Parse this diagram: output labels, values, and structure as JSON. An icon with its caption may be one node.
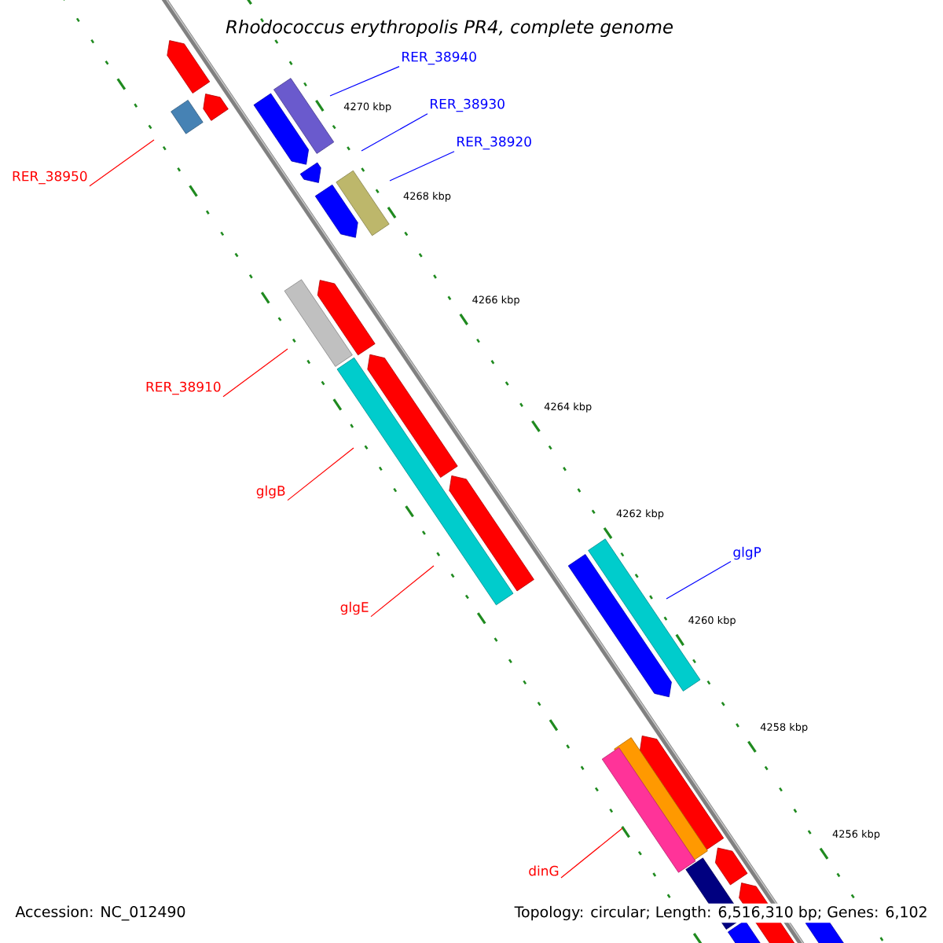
{
  "diagram": {
    "title": "*Rhodococcus erythropolis PR4, complete genome*",
    "nodes": [
      {
        "text": [
          "RER_38940"
        ]
      },
      {
        "text": [
          "RER_38930"
        ]
      },
      {
        "text": [
          "RER_38920"
        ]
      },
      {
        "text": [
          "RER_38950"
        ]
      },
      {
        "text": [
          "RER_38910"
        ]
      },
      {
        "text": [
          "glgB"
        ]
      },
      {
        "text": [
          "glgE"
        ]
      },
      {
        "text": [
          "glgP"
        ]
      },
      {
        "text": [
          "dinG"
        ]
      }
    ],
    "edges": [
      {
        "from": 0,
        "to": null,
        "arrow": "none",
        "color": "#0000ff"
      },
      {
        "from": 1,
        "to": null,
        "arrow": "none",
        "color": "#0000ff"
      },
      {
        "from": 2,
        "to": null,
        "arrow": "none",
        "color": "#0000ff"
      },
      {
        "from": 3,
        "to": null,
        "arrow": "none"
      },
      {
        "from": 4,
        "to": null,
        "arrow": "none"
      },
      {
        "from": 5,
        "to": null,
        "arrow": "none"
      },
      {
        "from": 6,
        "to": null,
        "arrow": "none"
      },
      {
        "from": 7,
        "to": null,
        "arrow": "none",
        "color": "#0000ff"
      },
      {
        "from": 8,
        "to": null,
        "arrow": "none"
      }
    ],
    "labels": [
      "4270 kbp",
      "4268 kbp",
      "4266 kbp",
      "4264 kbp",
      "4262 kbp",
      "4260 kbp",
      "4258 kbp",
      "4256 kbp",
      "Accession: NC_012490",
      "Topology: circular; Length: 6,516,310 bp; Genes: 6,102"
    ]
  }
}
